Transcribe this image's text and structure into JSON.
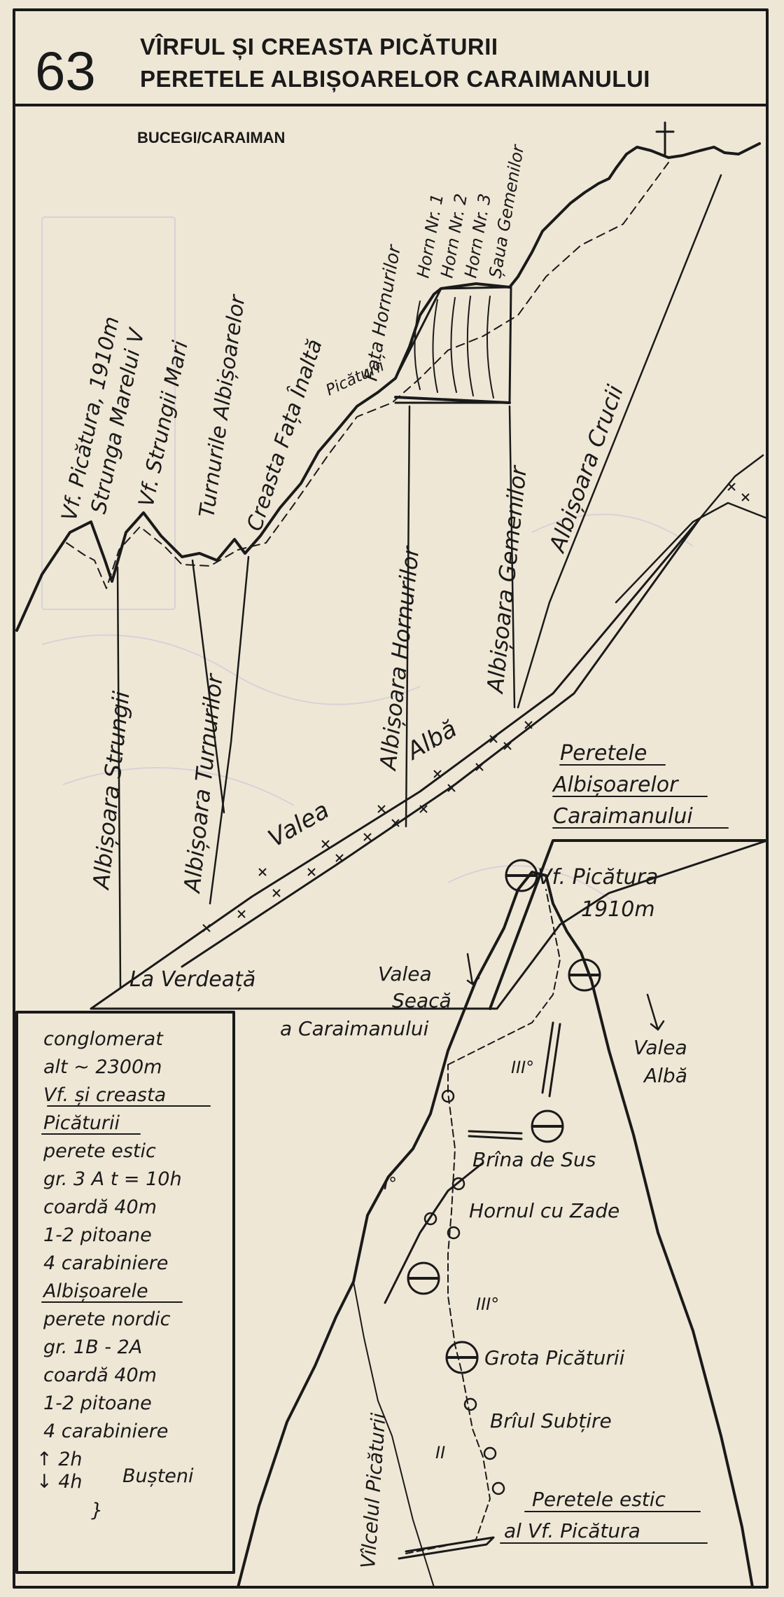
{
  "header": {
    "number": "63",
    "line1": "VÎRFUL ȘI CREASTA PICĂTURII",
    "line2": "PERETELE ALBIȘOARELOR CARAIMANULUI",
    "region": "BUCEGI/CARAIMAN"
  },
  "top_diagram": {
    "ridge_labels": [
      "Vf. Picătura, 1910m",
      "Strunga Marelui V",
      "Vf. Strungii Mari",
      "Turnurile Albișoarelor",
      "Creasta Fața Înaltă",
      "Fața Hornurilor",
      "Picăturii",
      "Horn Nr. 1",
      "Horn Nr. 2",
      "Horn Nr. 3",
      "Șaua Gemenilor"
    ],
    "valley_labels": [
      "Albișoara Strungii",
      "Albișoara Turnurilor",
      "Albișoara Hornurilor",
      "Albișoara Gemenilor",
      "Albișoara Crucii"
    ],
    "valea_alba": [
      "Valea",
      "Albă"
    ],
    "la_verdeata": "La Verdeață",
    "wall_name": [
      "Peretele",
      "Albișoarelor",
      "Caraimanului"
    ]
  },
  "bottom_diagram": {
    "summit": [
      "Vf. Picătura",
      "1910m"
    ],
    "valea_seaca": [
      "Valea",
      "Seacă",
      "a Caraimanului"
    ],
    "valea_alba": [
      "Valea",
      "Albă"
    ],
    "brina": "Brîna de Sus",
    "hornul": "Hornul cu Zade",
    "grota": "Grota Picăturii",
    "briul": "Brîul Subțire",
    "vilcelul": "Vîlcelul Picăturii",
    "wall_east": [
      "Peretele estic",
      "al Vf. Picătura"
    ],
    "grades": [
      "III°",
      "I°",
      "III°",
      "II"
    ]
  },
  "legend": {
    "lines": [
      "conglomerat",
      "alt ~ 2300m",
      "Vf. și creasta",
      "Picăturii",
      "perete estic",
      "gr. 3 A  t = 10h",
      "coardă 40m",
      "1-2 pitoane",
      "4 carabiniere",
      "Albișoarele",
      "perete nordic",
      "gr. 1B - 2A",
      "coardă 40m",
      "1-2 pitoane",
      "4 carabiniere",
      "↑ 2h",
      "↓ 4h",
      "Bușteni"
    ]
  }
}
